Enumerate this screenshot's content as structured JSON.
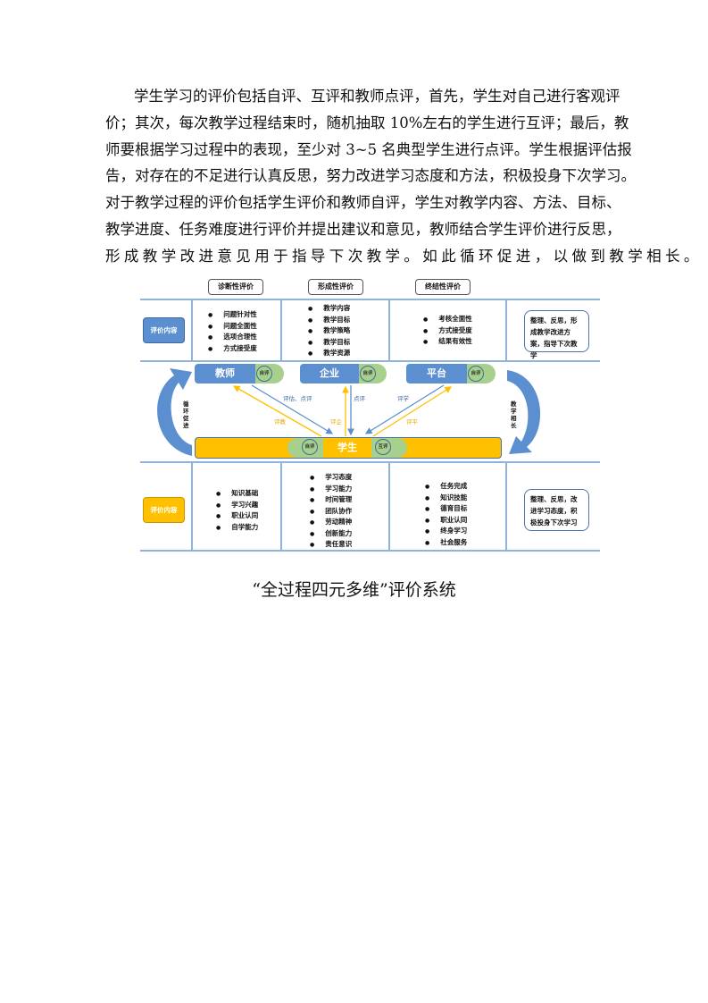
{
  "paragraph": [
    "学生学习的评价包括自评、互评和教师点评，首先，学生对自己进行客观评",
    "价；其次，每次教学过程结束时，随机抽取 10%左右的学生进行互评；最后，教",
    "师要根据学习过程中的表现，至少对 3~5 名典型学生进行点评。学生根据评估报",
    "告，对存在的不足进行认真反思，努力改进学习态度和方法，积极投身下次学习。",
    "对于教学过程的评价包括学生评价和教师自评，学生对教学内容、方法、目标、",
    "教学进度、任务难度进行评价并提出建议和意见，教师结合学生评价进行反思，",
    "形成教学改进意见用于指导下次教学。如此循环促进，以做到教学相长。"
  ],
  "diagram": {
    "headers": [
      "诊断性评价",
      "形成性评价",
      "终结性评价"
    ],
    "top": {
      "label": "评价内容",
      "cols": [
        [
          "问题针对性",
          "问题全面性",
          "选项合理性",
          "方式接受度"
        ],
        [
          "教学内容",
          "教学目标",
          "教学策略",
          "教学目标",
          "教学资源"
        ],
        [
          "考核全面性",
          "方式接受度",
          "结果有效性"
        ]
      ],
      "summary": "整理、反思，形成教学改进方案，指导下次教学"
    },
    "actors": [
      {
        "name": "教师",
        "self": "自评"
      },
      {
        "name": "企业",
        "self": "自评"
      },
      {
        "name": "平台",
        "self": "自评"
      }
    ],
    "student": {
      "name": "学生",
      "self": "自评",
      "peer": "互评"
    },
    "arrows": {
      "teacher_down": "评估、点评",
      "company_down": "点评",
      "platform_down": "评学",
      "to_teacher": "评教",
      "to_company": "评企",
      "to_platform": "评平"
    },
    "left_cycle": "循环促进",
    "right_cycle": "教学相长",
    "bottom": {
      "label": "评价内容",
      "cols": [
        [
          "知识基础",
          "学习兴趣",
          "职业认同",
          "自学能力"
        ],
        [
          "学习态度",
          "学习能力",
          "时间管理",
          "团队协作",
          "劳动精神",
          "创新能力",
          "责任意识"
        ],
        [
          "任务完成",
          "知识技能",
          "德育目标",
          "职业认同",
          "终身学习",
          "社会服务"
        ]
      ],
      "summary": "整理、反思，改进学习态度，积极投身下次学习"
    },
    "colors": {
      "blue": "#5b8fcf",
      "yellow": "#ffc000",
      "green": "#a8d08d",
      "line": "#8fb3d9"
    }
  },
  "caption": "“全过程四元多维”评价系统"
}
